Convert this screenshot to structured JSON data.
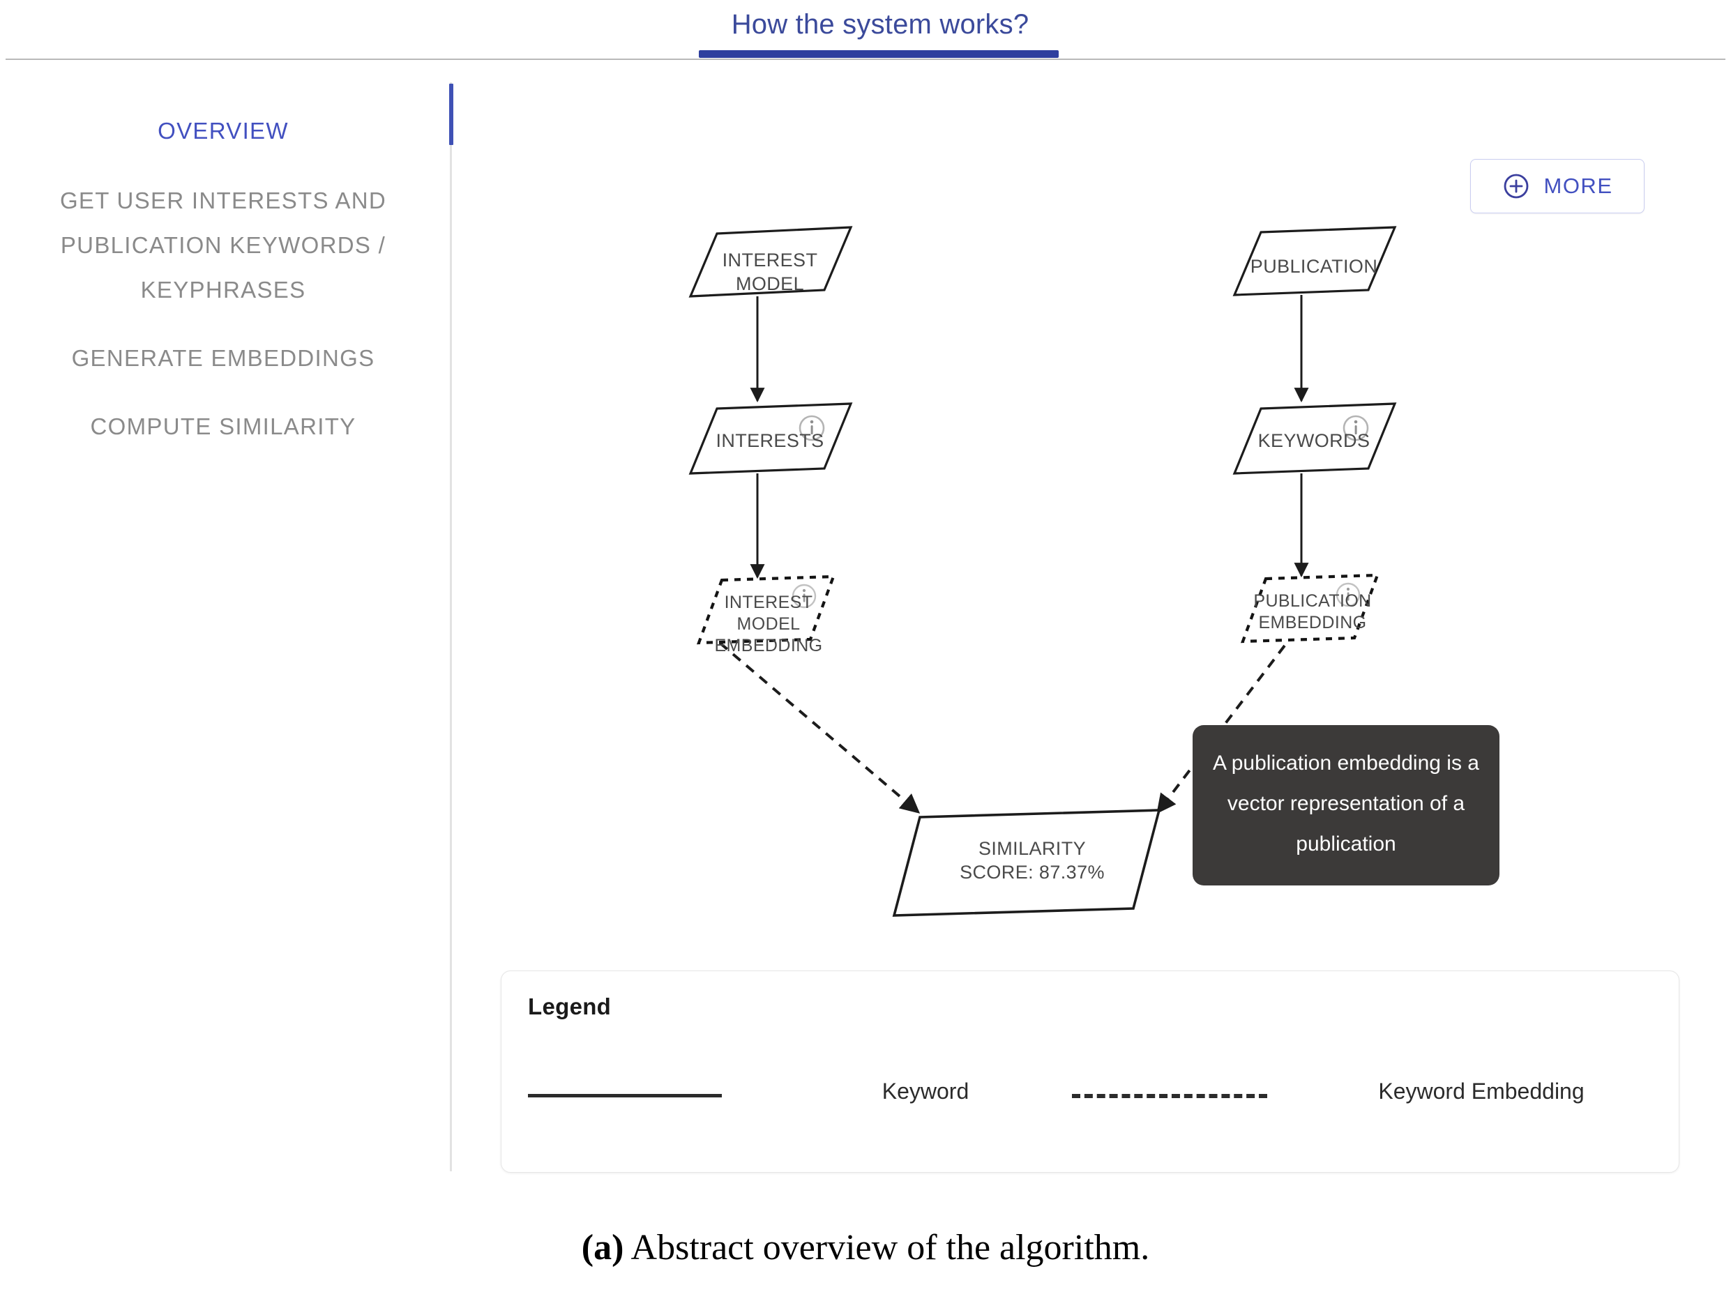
{
  "header": {
    "tab_label": "How the system works?",
    "accent_color": "#2f3f9e"
  },
  "sidebar": {
    "items": [
      {
        "label": "OVERVIEW",
        "lines": [
          "OVERVIEW"
        ],
        "active": true
      },
      {
        "label": "GET USER INTERESTS AND PUBLICATION KEYWORDS / KEYPHRASES",
        "lines": [
          "GET USER INTERESTS AND",
          "PUBLICATION KEYWORDS /",
          "KEYPHRASES"
        ],
        "active": false
      },
      {
        "label": "GENERATE EMBEDDINGS",
        "lines": [
          "GENERATE EMBEDDINGS"
        ],
        "active": false
      },
      {
        "label": "COMPUTE SIMILARITY",
        "lines": [
          "COMPUTE SIMILARITY"
        ],
        "active": false
      }
    ],
    "active_color": "#4250c0",
    "inactive_color": "#8a8a8a"
  },
  "toolbar": {
    "more_label": "MORE",
    "more_icon": "plus-circle-icon"
  },
  "diagram": {
    "nodes": [
      {
        "id": "interest-model",
        "label": "INTEREST\nMODEL",
        "style": "solid",
        "has_info": false
      },
      {
        "id": "publication",
        "label": "PUBLICATION",
        "style": "solid",
        "has_info": false
      },
      {
        "id": "interests",
        "label": "INTERESTS",
        "style": "solid",
        "has_info": true
      },
      {
        "id": "keywords",
        "label": "KEYWORDS",
        "style": "solid",
        "has_info": true
      },
      {
        "id": "interest-model-embedding",
        "label": "INTEREST MODEL\nEMBEDDING",
        "style": "dashed",
        "has_info": true
      },
      {
        "id": "publication-embedding",
        "label": "PUBLICATION\nEMBEDDING",
        "style": "dashed",
        "has_info": true
      },
      {
        "id": "similarity-score",
        "label": "SIMILARITY\nSCORE: 87.37%",
        "style": "solid",
        "has_info": false
      }
    ],
    "similarity_score": "87.37%",
    "tooltip": "A publication embedding is a vector representation of a publication"
  },
  "legend": {
    "title": "Legend",
    "entries": [
      {
        "style": "solid",
        "label": "Keyword"
      },
      {
        "style": "dashed",
        "label": "Keyword Embedding"
      }
    ]
  },
  "caption": {
    "marker": "(a)",
    "text": " Abstract overview of the algorithm."
  }
}
